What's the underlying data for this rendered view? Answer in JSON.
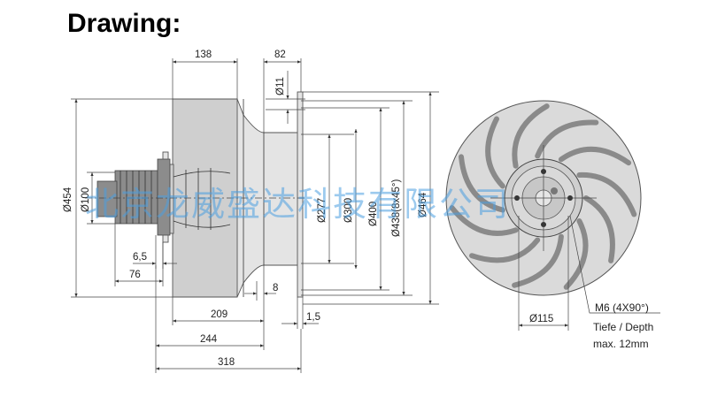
{
  "heading": "Drawing:",
  "dimensions": {
    "d138": "138",
    "d82": "82",
    "d11": "Ø11",
    "d454": "Ø454",
    "d100": "Ø100",
    "d277": "Ø277",
    "d300": "Ø300",
    "d400": "Ø400",
    "d438": "Ø438(8x45°)",
    "d464": "Ø464",
    "d6_5": "6,5",
    "d76": "76",
    "d8": "8",
    "d209": "209",
    "d1_5": "1,5",
    "d244": "244",
    "d318": "318",
    "d115": "Ø115"
  },
  "note": {
    "line1": "M6 (4X90°)",
    "line2": "Tiefe / Depth",
    "line3": "max. 12mm"
  },
  "watermark": "北京龙威盛达科技有限公司",
  "colors": {
    "metal_dark": "#8c8c8c",
    "metal_light": "#cfcfcf",
    "line": "#333333",
    "watermark": "#4a9ee0"
  }
}
